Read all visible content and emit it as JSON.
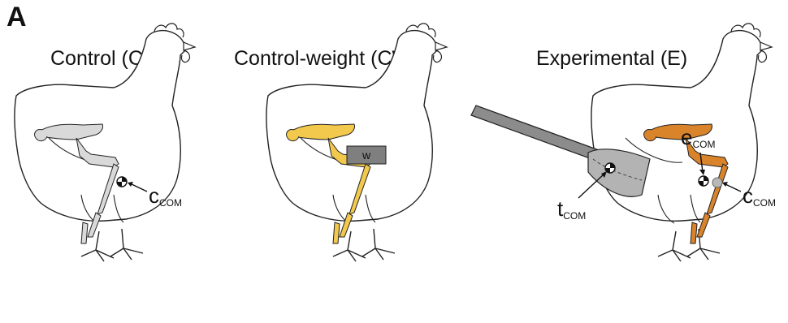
{
  "figure": {
    "panel_letter": "A",
    "panels": [
      {
        "title": "Control (C)"
      },
      {
        "title": "Control-weight (CW)",
        "weight_label": "w"
      },
      {
        "title": "Experimental (E)"
      }
    ],
    "labels": {
      "c_main": "c",
      "c_sub": "COM",
      "t_main": "t",
      "t_sub": "COM",
      "e_main": "e",
      "e_sub": "COM"
    },
    "colors": {
      "outline": "#222222",
      "control_bones": "#d9d9d9",
      "cw_bones": "#f2c94c",
      "e_bones": "#d9832a",
      "weight_box": "#7f7f7f",
      "rod": "#8c8c8c",
      "tail_cone": "#b3b3b3"
    }
  }
}
